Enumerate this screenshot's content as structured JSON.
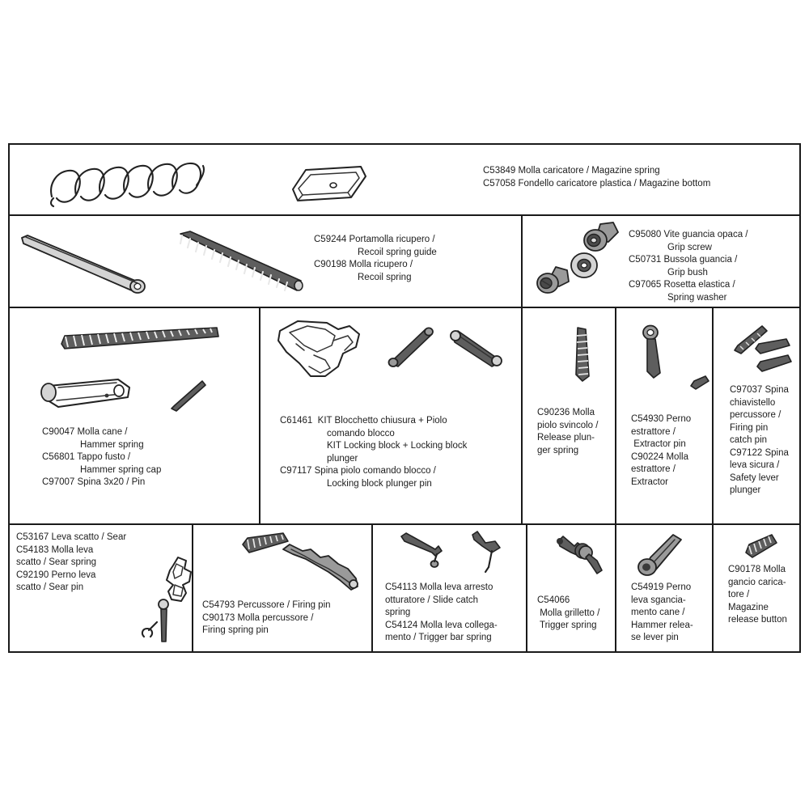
{
  "document": {
    "type": "exploded-parts-diagram",
    "subject": "Pistol small parts schedule"
  },
  "rows": {
    "row1": {
      "captions": [
        "C53849 Molla caricatore / Magazine spring",
        "C57058 Fondello caricatore plastica / Magazine bottom"
      ],
      "parts": [
        "magazine-spring-coil",
        "magazine-bottom-plate"
      ]
    },
    "row2_left": {
      "captions": [
        "C59244 Portamolla ricupero /",
        "Recoil spring guide",
        "C90198 Molla ricupero /",
        "Recoil spring"
      ],
      "parts": [
        "recoil-spring-guide-rod",
        "recoil-spring"
      ]
    },
    "row2_right": {
      "captions": [
        "C95080 Vite guancia opaca /",
        "Grip screw",
        "C50731 Bussola guancia /",
        "Grip bush",
        "C97065 Rosetta elastica /",
        "Spring washer"
      ],
      "parts": [
        "grip-screw",
        "spring-washer",
        "grip-bush"
      ]
    },
    "row3_hammer": {
      "captions": [
        "C90047 Molla cane /",
        "Hammer spring",
        "C56801 Tappo fusto /",
        "Hammer spring cap",
        "C97007 Spina 3x20 / Pin"
      ],
      "parts": [
        "hammer-spring",
        "hammer-spring-cap",
        "pin-3x20"
      ]
    },
    "row3_block": {
      "captions": [
        "C61461  KIT Blocchetto chiusura + Piolo",
        "comando blocco",
        "KIT Locking block + Locking block",
        "plunger",
        "C97117 Spina piolo comando blocco /",
        "Locking block plunger pin"
      ],
      "parts": [
        "locking-block",
        "locking-block-plunger",
        "locking-block-plunger-pin"
      ]
    },
    "row3_release": {
      "captions": [
        "C90236 Molla",
        "piolo svincolo /",
        "Release plun-",
        "ger spring"
      ],
      "parts": [
        "release-plunger-spring"
      ]
    },
    "row3_extractor": {
      "captions": [
        "C54930 Perno",
        "estrattore /",
        " Extractor pin",
        "C90224 Molla",
        "estrattore /",
        "Extractor"
      ],
      "parts": [
        "extractor-pin",
        "extractor-spring"
      ]
    },
    "row3_firingcatch": {
      "captions": [
        "C97037 Spina",
        "chiavistello",
        "percussore /",
        "Firing pin",
        "catch pin",
        "C97122 Spina",
        "leva sicura /",
        "Safety lever",
        "plunger"
      ],
      "parts": [
        "firing-pin-catch-pin",
        "safety-lever-plunger-a",
        "safety-lever-plunger-b"
      ]
    },
    "row4_sear": {
      "captions": [
        "C53167 Leva scatto / Sear",
        "C54183 Molla leva",
        "scatto / Sear spring",
        "C92190 Perno leva",
        "scatto / Sear pin"
      ],
      "parts": [
        "sear",
        "sear-spring",
        "sear-pin"
      ]
    },
    "row4_firingpin": {
      "captions": [
        "C54793 Percussore / Firing pin",
        "C90173 Molla percussore /",
        "Firing spring pin"
      ],
      "parts": [
        "firing-pin-spring",
        "firing-pin"
      ]
    },
    "row4_slidecatch": {
      "captions": [
        "C54113 Molla leva arresto",
        "otturatore / Slide catch",
        "spring",
        "C54124 Molla leva collega-",
        "mento / Trigger bar spring"
      ],
      "parts": [
        "slide-catch-spring",
        "trigger-bar-spring"
      ]
    },
    "row4_trigger": {
      "captions": [
        "C54066",
        " Molla grilletto /",
        " Trigger spring"
      ],
      "parts": [
        "trigger-spring"
      ]
    },
    "row4_hammerrelease": {
      "captions": [
        "C54919 Perno",
        "leva sgancia-",
        "mento cane /",
        "Hammer relea-",
        "se lever pin"
      ],
      "parts": [
        "hammer-release-lever-pin"
      ]
    },
    "row4_magrelease": {
      "captions": [
        "C90178 Molla",
        "gancio carica-",
        "tore /",
        "Magazine",
        "release button"
      ],
      "parts": [
        "magazine-release-spring"
      ]
    }
  },
  "colors": {
    "ink": "#1d1d1d",
    "frame": "#1a1a1a",
    "metal_mid": "#9a9a9a",
    "metal_dark": "#5e5e5e",
    "paper": "#ffffff"
  }
}
